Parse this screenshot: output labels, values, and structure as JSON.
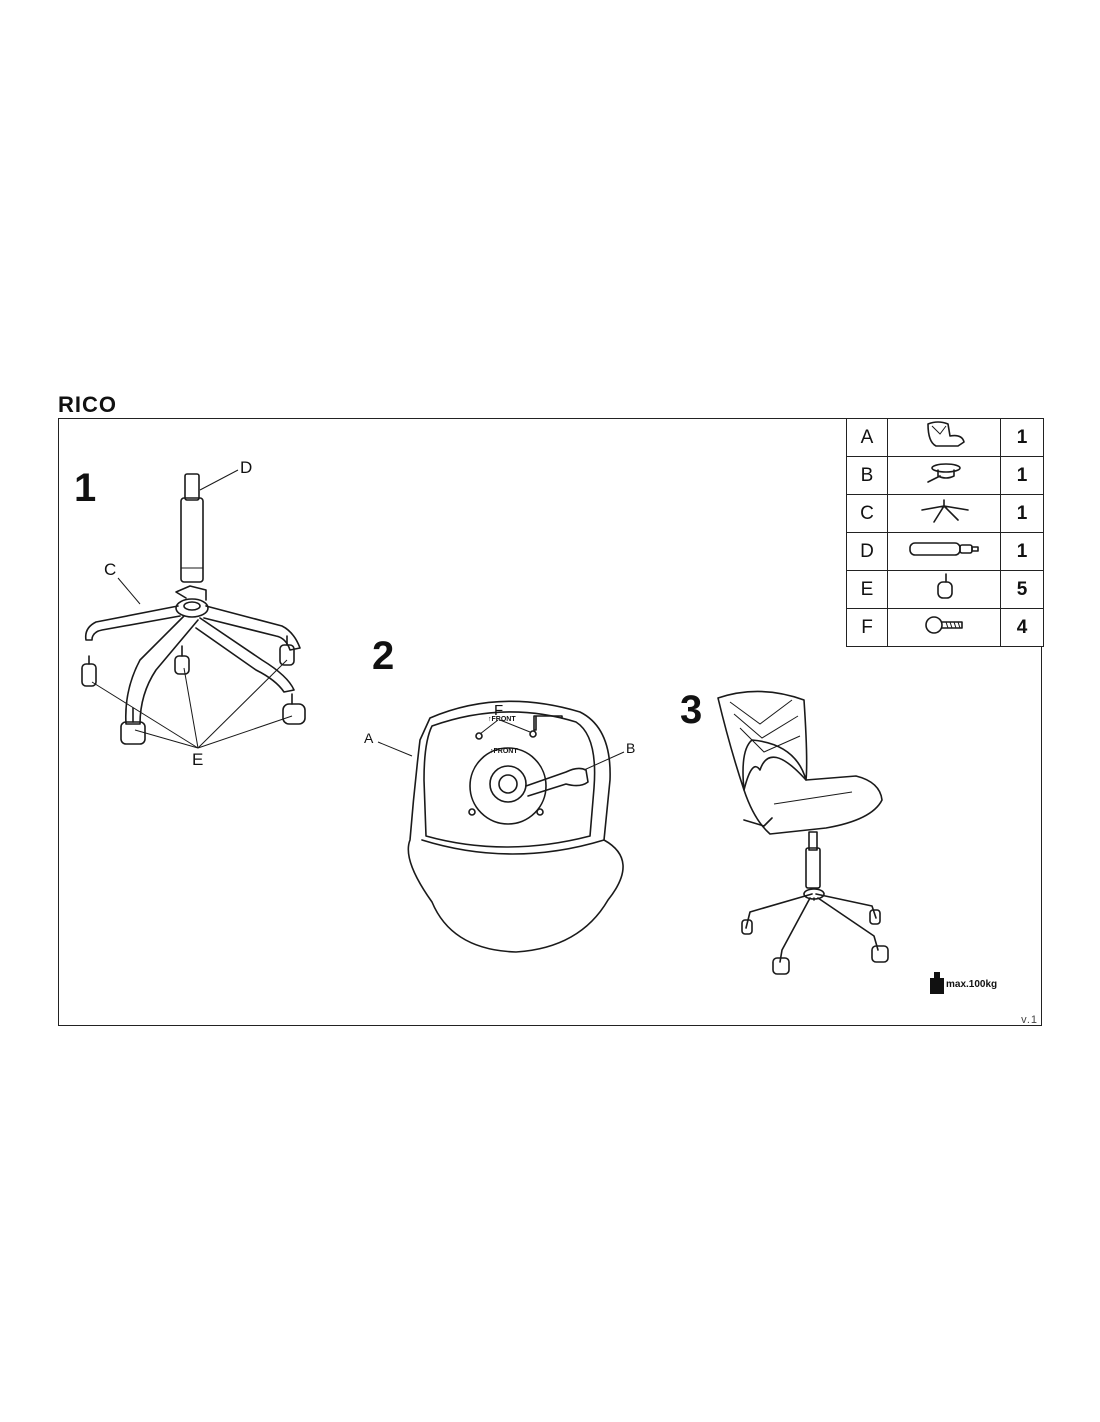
{
  "document": {
    "title": "RICO",
    "version": "v.1"
  },
  "steps": [
    {
      "number": "1"
    },
    {
      "number": "2"
    },
    {
      "number": "3"
    }
  ],
  "callouts": {
    "step1": {
      "D": "D",
      "C": "C",
      "E": "E"
    },
    "step2": {
      "A": "A",
      "B": "B",
      "F": "F",
      "front_top": "FRONT",
      "front_plate": "FRONT"
    }
  },
  "parts_table": [
    {
      "letter": "A",
      "icon": "seat-shell-icon",
      "qty": "1"
    },
    {
      "letter": "B",
      "icon": "tilt-mechanism-icon",
      "qty": "1"
    },
    {
      "letter": "C",
      "icon": "star-base-icon",
      "qty": "1"
    },
    {
      "letter": "D",
      "icon": "gas-lift-icon",
      "qty": "1"
    },
    {
      "letter": "E",
      "icon": "caster-icon",
      "qty": "5"
    },
    {
      "letter": "F",
      "icon": "screw-icon",
      "qty": "4"
    }
  ],
  "max_load": "max.100kg"
}
